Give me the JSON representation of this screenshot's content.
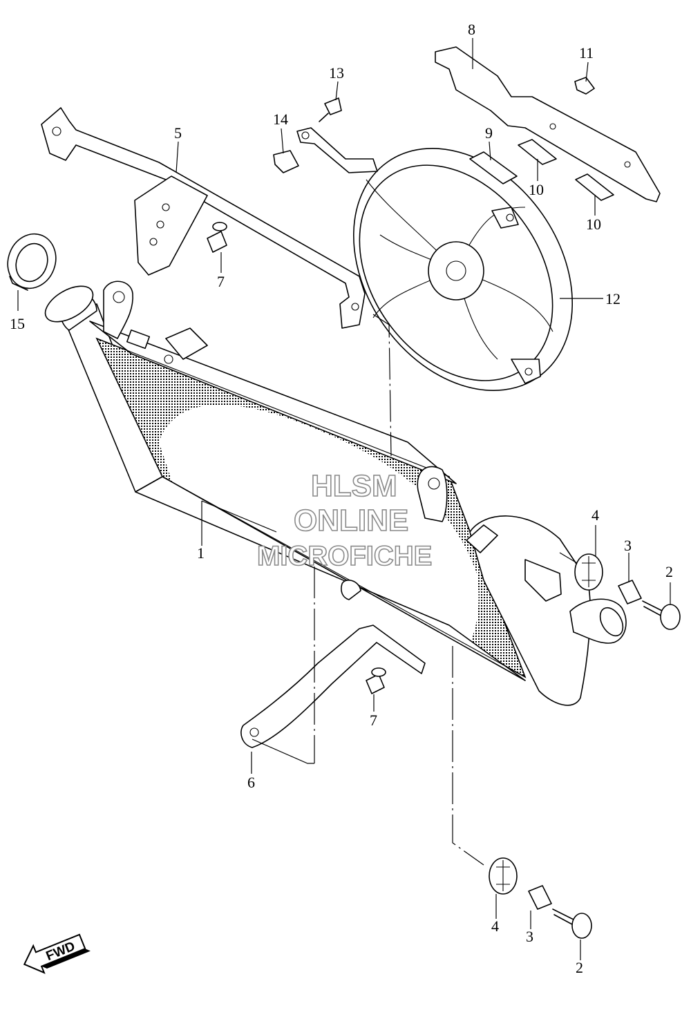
{
  "watermark": {
    "line1": "HLSM",
    "line2": "ONLINE",
    "line3": "MICROFICHE"
  },
  "direction_badge": {
    "label": "FWD"
  },
  "callouts": [
    {
      "id": "radiator",
      "label": "1"
    },
    {
      "id": "bolt-upper",
      "label": "2"
    },
    {
      "id": "bolt-lower",
      "label": "2"
    },
    {
      "id": "collar-upper",
      "label": "3"
    },
    {
      "id": "collar-lower",
      "label": "3"
    },
    {
      "id": "cushion-upper",
      "label": "4"
    },
    {
      "id": "cushion-lower",
      "label": "4"
    },
    {
      "id": "upper-bracket",
      "label": "5"
    },
    {
      "id": "lower-bracket",
      "label": "6"
    },
    {
      "id": "bolt-upper-bracket",
      "label": "7"
    },
    {
      "id": "bolt-lower-bracket",
      "label": "7"
    },
    {
      "id": "fan-cover",
      "label": "8"
    },
    {
      "id": "cushion-pad",
      "label": "9"
    },
    {
      "id": "pad-a",
      "label": "10"
    },
    {
      "id": "pad-b",
      "label": "10"
    },
    {
      "id": "clip-nut",
      "label": "11"
    },
    {
      "id": "cooling-fan",
      "label": "12"
    },
    {
      "id": "fan-bolt",
      "label": "13"
    },
    {
      "id": "clamp",
      "label": "14"
    },
    {
      "id": "radiator-cap",
      "label": "15"
    }
  ]
}
